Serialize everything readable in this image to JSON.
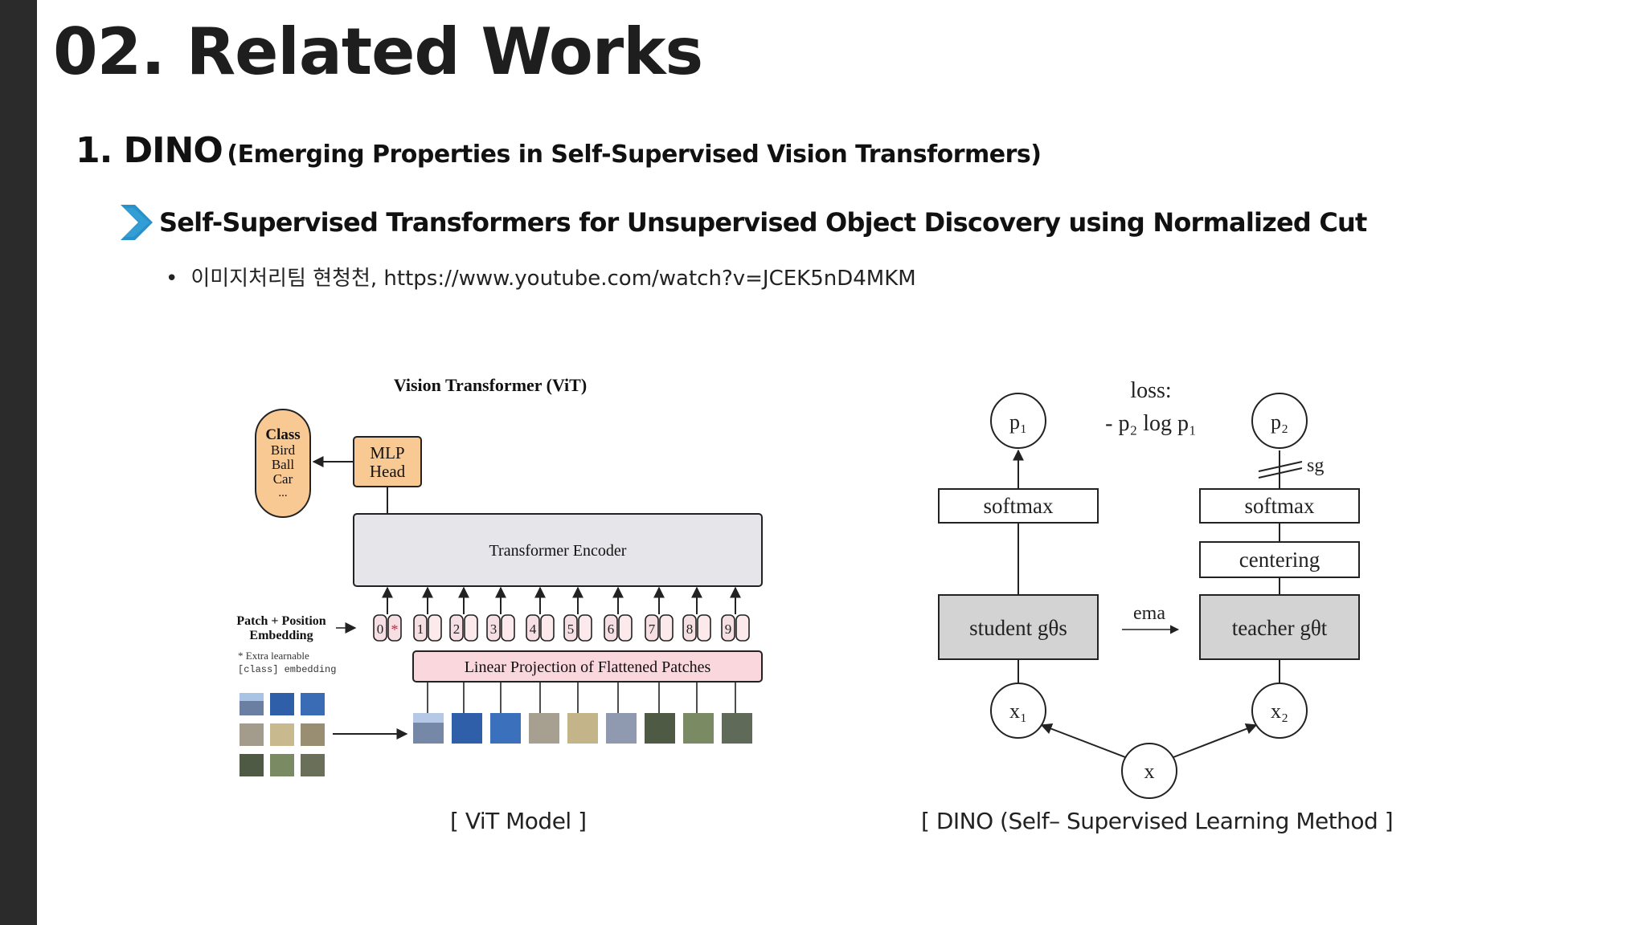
{
  "slide": {
    "title": "02. Related Works",
    "section_main": "1. DINO",
    "section_sub": "(Emerging Properties in Self-Supervised Vision Transformers)",
    "subheading": "Self-Supervised Transformers for Unsupervised Object Discovery using Normalized Cut",
    "bullet": "이미지처리팀 현청천, https://www.youtube.com/watch?v=JCEK5nD4MKM"
  },
  "vit": {
    "title": "Vision Transformer (ViT)",
    "class_label": "Class",
    "class_items": [
      "Bird",
      "Ball",
      "Car",
      "..."
    ],
    "mlp_line1": "MLP",
    "mlp_line2": "Head",
    "encoder": "Transformer Encoder",
    "embed_line1": "Patch + Position",
    "embed_line2": "Embedding",
    "extra_line1": "* Extra learnable",
    "extra_line2": "[class] embedding",
    "projection": "Linear Projection of Flattened Patches",
    "tokens": [
      "0",
      "1",
      "2",
      "3",
      "4",
      "5",
      "6",
      "7",
      "8",
      "9"
    ],
    "star": "*",
    "caption": "[ ViT Model ]"
  },
  "dino": {
    "loss_line1": "loss:",
    "loss_line2": "- p₂ log p₁",
    "p1": "p₁",
    "p2": "p₂",
    "sg": "sg",
    "softmax_left": "softmax",
    "softmax_right": "softmax",
    "centering": "centering",
    "student": "student gθs",
    "teacher": "teacher gθt",
    "ema": "ema",
    "x1": "x₁",
    "x2": "x₂",
    "x": "x",
    "caption": "[ DINO (Self– Supervised Learning Method ]"
  },
  "colors": {
    "left_bar": "#2b2b2b",
    "chevron": "#2a90c8",
    "class_fill": "#f9c994",
    "mlp_fill": "#f9c994",
    "encoder_fill": "#e6e6ea",
    "projection_fill": "#fad6dd",
    "token_fill": "#f5dfe3",
    "student_teacher_fill": "#d3d3d3"
  }
}
